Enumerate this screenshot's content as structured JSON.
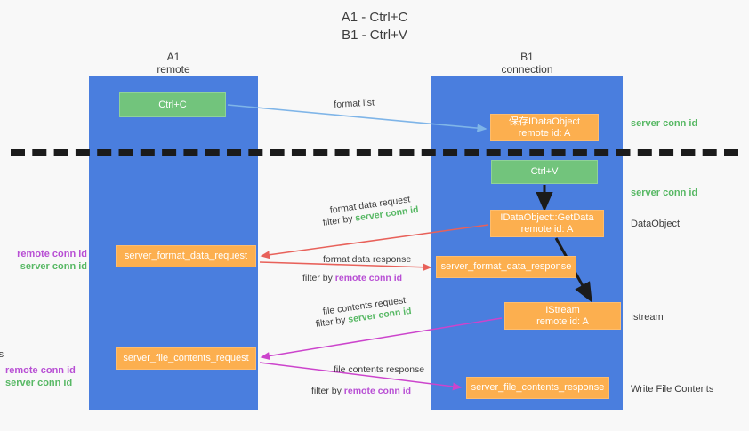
{
  "title": "A1 - Ctrl+C\nB1 - Ctrl+V",
  "lanes": [
    {
      "name": "A1",
      "sub": "remote",
      "header": "A1\nremote",
      "color": "#4a7ede"
    },
    {
      "name": "B1",
      "sub": "connection",
      "header": "B1\nconnection",
      "color": "#4a7ede"
    }
  ],
  "colors": {
    "lane": "#4a7ede",
    "green_box": "#72c47c",
    "orange_box": "#fcaf4f",
    "server_conn_id": "#57b864",
    "remote_conn_id": "#b84fd4",
    "arrow_format_list": "#7fb5e8",
    "arrow_format_data": "#e8615a",
    "arrow_file_contents": "#cc44cc",
    "arrow_internal": "#1b1b1b",
    "divider": "#1b1b1b",
    "background": "#f8f8f8",
    "text": "#3c3c3c"
  },
  "nodes": {
    "ctrl_c": "Ctrl+C",
    "save_idataobject": "保存IDataObject\nremote id: A",
    "ctrl_v": "Ctrl+V",
    "getdata": "IDataObject::GetData\nremote id: A",
    "format_data_request": "server_format_data_request",
    "format_data_response": "server_format_data_response",
    "istream": "IStream\nremote id: A",
    "file_contents_request": "server_file_contents_request",
    "file_contents_response": "server_file_contents_response"
  },
  "side_labels": {
    "server_conn_id_top": "server conn id",
    "server_conn_id_mid": "server conn id",
    "dataobject": "DataObject",
    "istream": "Istream",
    "write_file_contents": "Write File Contents",
    "read_file_contents": "Read File Contents",
    "remote_conn_id": "remote conn id",
    "server_conn_id": "server conn id"
  },
  "edges": {
    "format_list": "format list",
    "format_data_request": "format data request",
    "format_data_request_filter_prefix": "filter by ",
    "format_data_request_filter_value": "server conn id",
    "format_data_response": "format data response",
    "format_data_response_filter_prefix": "filter by ",
    "format_data_response_filter_value": "remote conn id",
    "file_contents_request": "file contents request",
    "file_contents_request_filter_prefix": "filter by ",
    "file_contents_request_filter_value": "server conn id",
    "file_contents_response": "file contents response",
    "file_contents_response_filter_prefix": "filter by ",
    "file_contents_response_filter_value": "remote conn id"
  }
}
